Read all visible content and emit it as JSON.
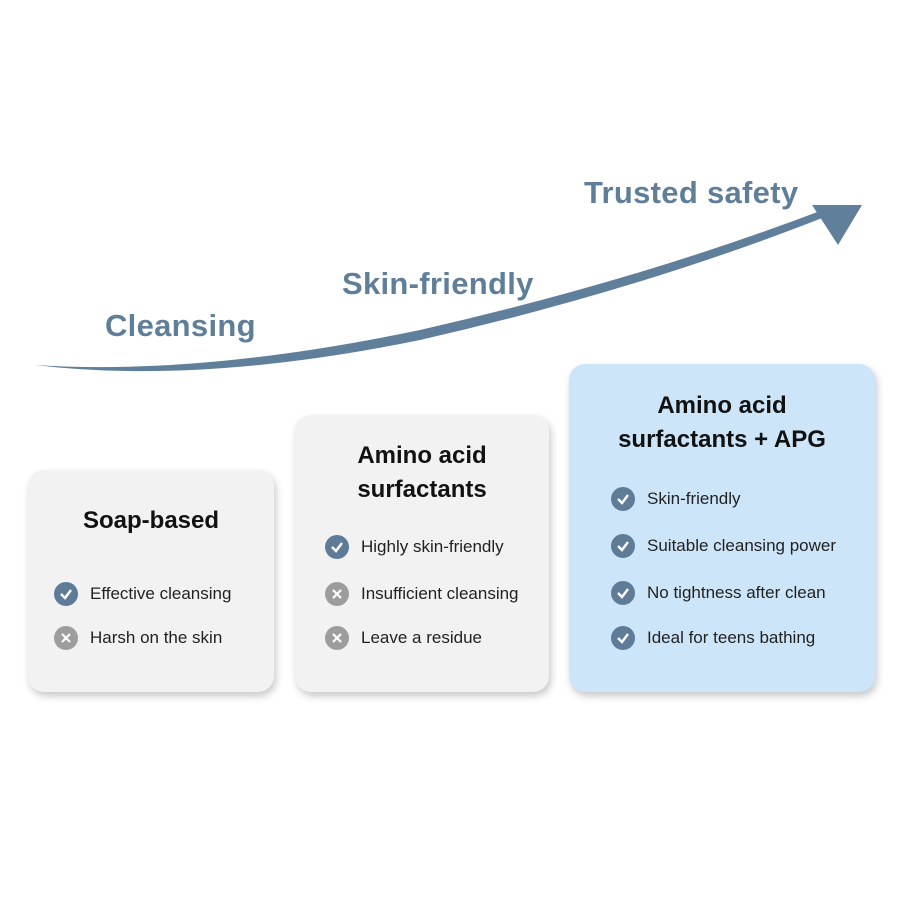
{
  "stages": [
    "Cleansing",
    "Skin-friendly",
    "Trusted safety"
  ],
  "colors": {
    "accent": "#5f7e99",
    "highlight_card": "#cde5f9",
    "card": "#f2f2f2",
    "check": "#5e7c97",
    "cross": "#9d9d9d"
  },
  "cards": [
    {
      "title": [
        "Soap-based"
      ],
      "items": [
        {
          "icon": "check-icon",
          "text": "Effective cleansing"
        },
        {
          "icon": "cross-icon",
          "text": "Harsh on the skin"
        }
      ]
    },
    {
      "title": [
        "Amino acid",
        "surfactants"
      ],
      "items": [
        {
          "icon": "check-icon",
          "text": "Highly skin-friendly"
        },
        {
          "icon": "cross-icon",
          "text": "Insufficient cleansing"
        },
        {
          "icon": "cross-icon",
          "text": "Leave a residue"
        }
      ]
    },
    {
      "title": [
        "Amino acid",
        "surfactants + APG"
      ],
      "items": [
        {
          "icon": "check-icon",
          "text": "Skin-friendly"
        },
        {
          "icon": "check-icon",
          "text": "Suitable cleansing power"
        },
        {
          "icon": "check-icon",
          "text": "No tightness after clean"
        },
        {
          "icon": "check-icon",
          "text": "Ideal for teens bathing"
        }
      ]
    }
  ]
}
